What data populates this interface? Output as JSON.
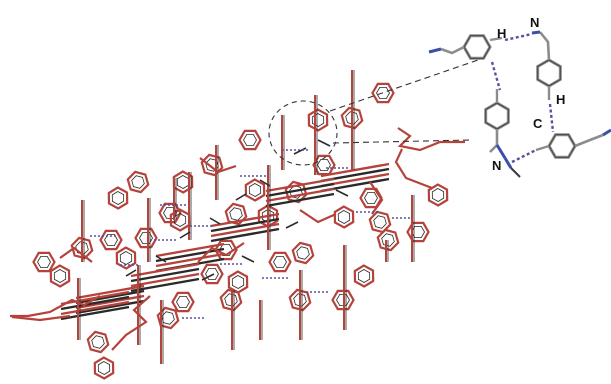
{
  "figure": {
    "colors": {
      "background": "#ffffff",
      "framework_bond": "#b5433c",
      "framework_dark": "#2a2a2a",
      "inset_carbon": "#8c8c8c",
      "inset_carbon_dark": "#3a3a3a",
      "nitrogen": "#3a4fa8",
      "hbond": "#5a4fa0",
      "callout": "#333333"
    },
    "inset_labels": {
      "h_top": "H",
      "n_top": "N",
      "h_right": "H",
      "c_right": "C",
      "n_bottom": "N"
    }
  }
}
